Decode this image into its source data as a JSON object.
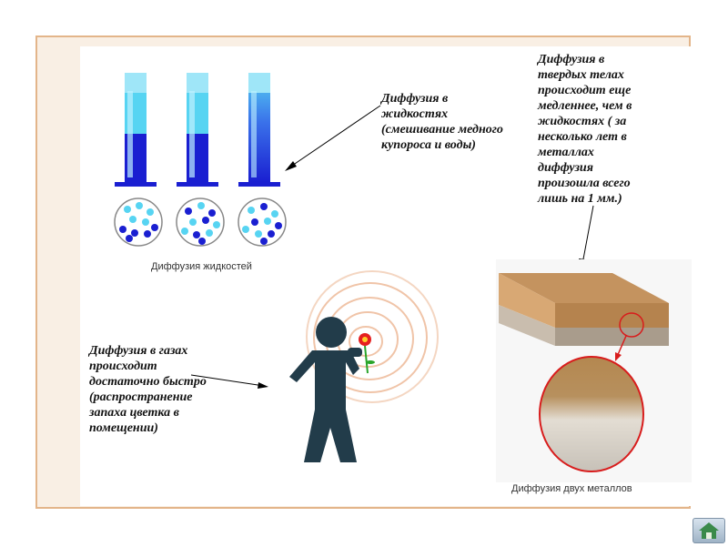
{
  "labels": {
    "liquids": "Диффузия в жидкостях (смешивание медного купороса и воды)",
    "solids": "Диффузия в твердых телах происходит еще медленнее, чем в жидкостях ( за несколько лет в металлах диффузия произошла всего лишь на 1 мм.)",
    "gases": "Диффузия в газах происходит достаточно быстро (распространение запаха цветка в помещении)"
  },
  "captions": {
    "liquids": "Диффузия жидкостей",
    "metals": "Диффузия двух металлов"
  },
  "nav": {
    "home_icon": "home-icon"
  },
  "colors": {
    "frame": "#e3b58a",
    "light_blue": "#57d4f2",
    "dark_blue": "#1a1fd1",
    "figure": "#223c4a",
    "metal_top": "#b5834e",
    "metal_base": "#a99c8c",
    "ring_red": "#d81c1c"
  }
}
